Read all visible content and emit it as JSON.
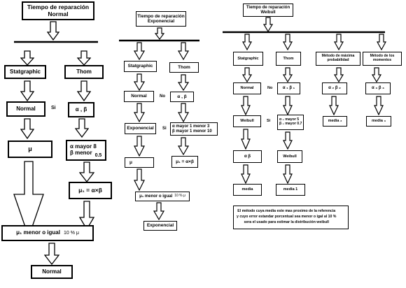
{
  "normal": {
    "title_line1": "Tiempo de reparación",
    "title_line2": "Normal",
    "left_box": "Statgraphic",
    "right_box": "Thom",
    "left_result": "Normal",
    "left_si": "Si",
    "right_params": "α , β",
    "mu": "μ",
    "cond_line1": "α  mayor 8",
    "cond_line2": "β  menor",
    "cond_val": "0.5",
    "mu1_expr": "μ₁ =  α×β",
    "final_cond": "μ₁  menor o igual",
    "final_pct": "10 % μ",
    "final": "Normal"
  },
  "exponencial": {
    "title_line1": "Tiempo de reparación",
    "title_line2": "Exponencial",
    "left_box": "Statgraphic",
    "right_box": "Thom",
    "left_result": "Normal",
    "no_label": "No",
    "right_params": "α , β",
    "left_result2": "Exponencial",
    "si_label": "Si",
    "cond_line1": "α  mayor 1 menor 3",
    "cond_line2": "β  mayor 1 menor 10",
    "mu": "μ",
    "mu1_expr": "μ₁ =  α×β",
    "final_cond": "μ₁  menor o igual",
    "final_pct": "10 % μ",
    "final": "Exponencial"
  },
  "weibull": {
    "title_line1": "Tiempo de reparación",
    "title_line2": "Weibull",
    "methods": [
      "Statgraphic",
      "Thom",
      "Método de máxima probabilidad",
      "Método de los momentos"
    ],
    "stat_result": "Normal",
    "no_label": "No",
    "thom_params": "α ₁ β ₁",
    "mm_params": "α ₂ β ₂",
    "mom_params": "α ₃ β ₃",
    "stat_result2": "Weibull",
    "si_label": "Si",
    "cond_line1": "α ₁ mayor 5",
    "cond_line2": "β ₁ mayor 0.7",
    "mm_result": "media ₂",
    "mom_result": "media ₃",
    "stat_params": "α  β",
    "thom_result": "Weibull",
    "stat_mean": "media",
    "thom_mean": "media 1",
    "note_line1": "El método cuya media este mas proximo de la referencia",
    "note_line2": "y cuyo error estandar porcentual sea menor o igal al 10 %",
    "note_line3": "sera  el usado para estimar la  distribución weibull"
  }
}
